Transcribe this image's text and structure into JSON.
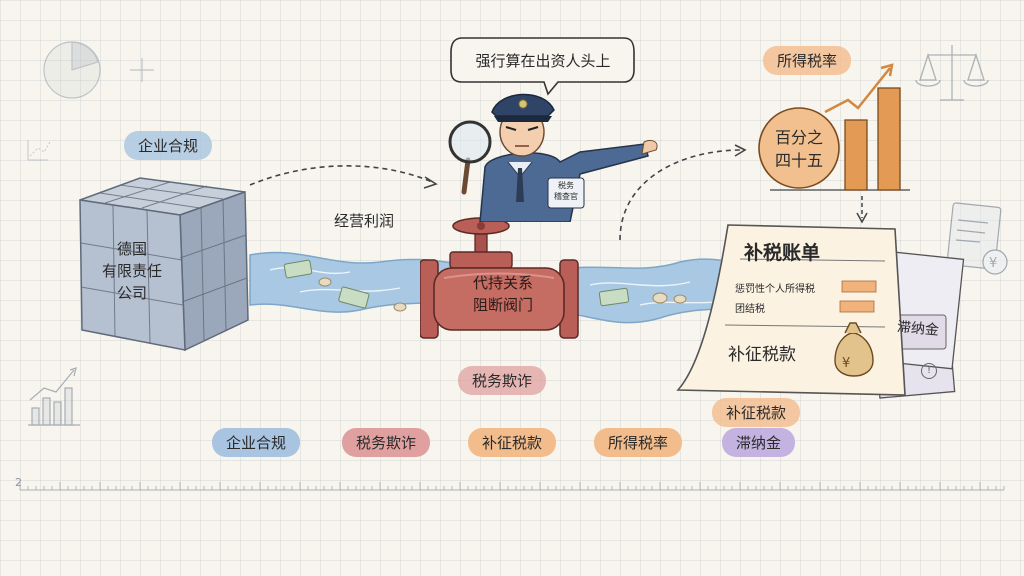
{
  "top_labels": {
    "compliance": "企业合规",
    "income_tax_rate": "所得税率",
    "business_profit": "经营利润",
    "tax_fraud": "税务欺诈",
    "back_tax_bottom": "补征税款"
  },
  "cube_text": [
    "德国",
    "有限责任",
    "公司"
  ],
  "inspector": {
    "speech": "强行算在出资人头上",
    "badge_line1": "税务",
    "badge_line2": "稽查官"
  },
  "valve_text": [
    "代持关系",
    "阻断阀门"
  ],
  "rate_circle": [
    "百分之",
    "四十五"
  ],
  "bill": {
    "title": "补税账单",
    "line1": "惩罚性个人所得税",
    "line2": "团结税",
    "back_tax": "补征税款",
    "late_fee": "滞纳金",
    "yen_symbol": "¥"
  },
  "legend": [
    {
      "label": "企业合规",
      "color": "#a8c4e0"
    },
    {
      "label": "税务欺诈",
      "color": "#e0a0a0"
    },
    {
      "label": "补征税款",
      "color": "#f3bc8c"
    },
    {
      "label": "所得税率",
      "color": "#f3bc8c"
    },
    {
      "label": "滞纳金",
      "color": "#c4b2e0"
    }
  ],
  "ruler_mark": "2"
}
